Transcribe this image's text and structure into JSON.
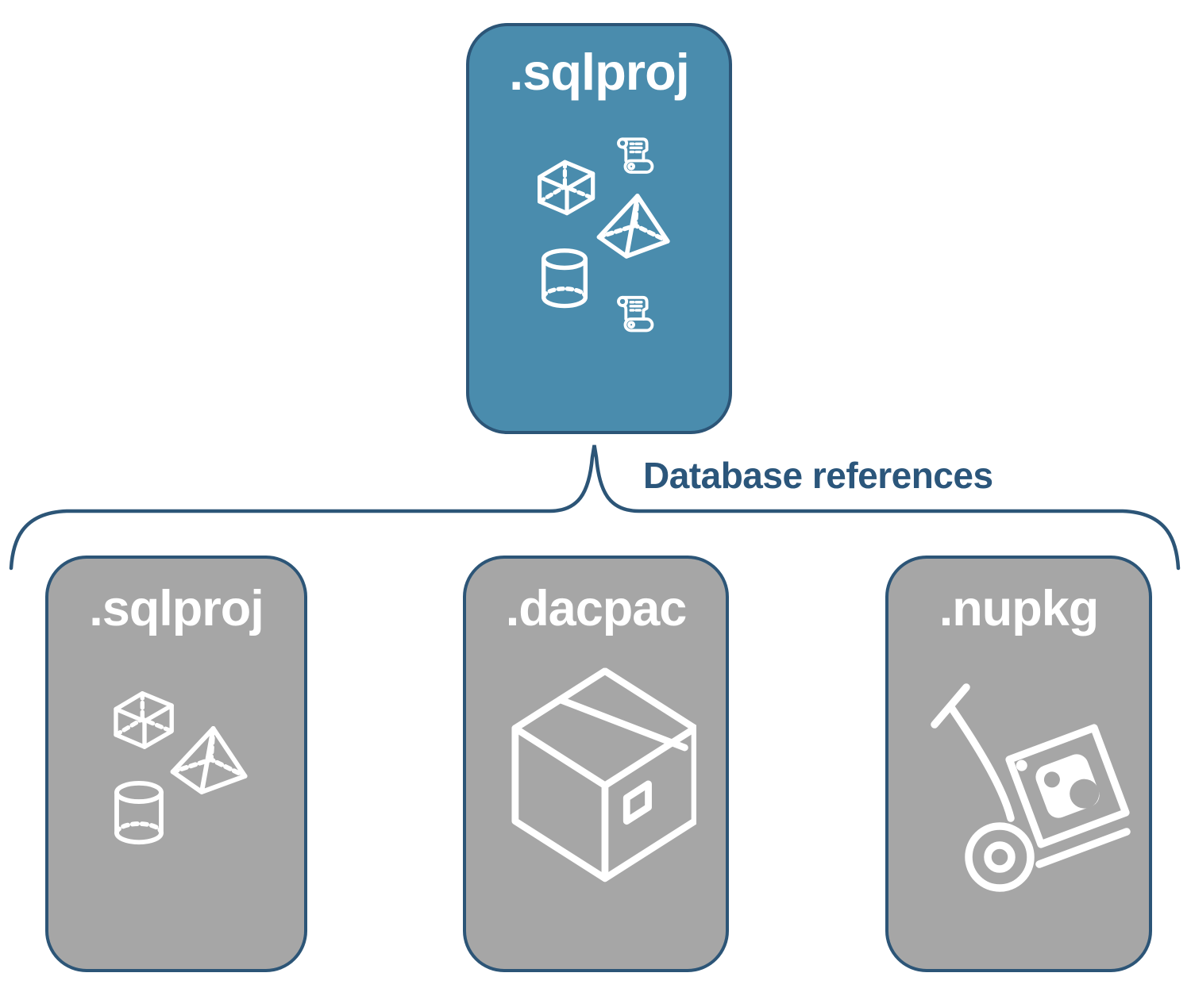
{
  "colors": {
    "accent": "#4A8CAD",
    "gray": "#A6A6A6",
    "line": "#2C5577",
    "text": "#2B567B",
    "icon": "#FFFFFF"
  },
  "root": {
    "label": ".sqlproj",
    "icons": [
      "sql-script-icon",
      "cube-icon",
      "pyramid-icon",
      "cylinder-icon",
      "sql-script-icon"
    ]
  },
  "connector": {
    "label": "Database references"
  },
  "children": [
    {
      "label": ".sqlproj",
      "icons": [
        "cube-icon",
        "pyramid-icon",
        "cylinder-icon"
      ]
    },
    {
      "label": ".dacpac",
      "icons": [
        "package-box-icon"
      ]
    },
    {
      "label": ".nupkg",
      "icons": [
        "hand-truck-nuget-package-icon"
      ]
    }
  ]
}
